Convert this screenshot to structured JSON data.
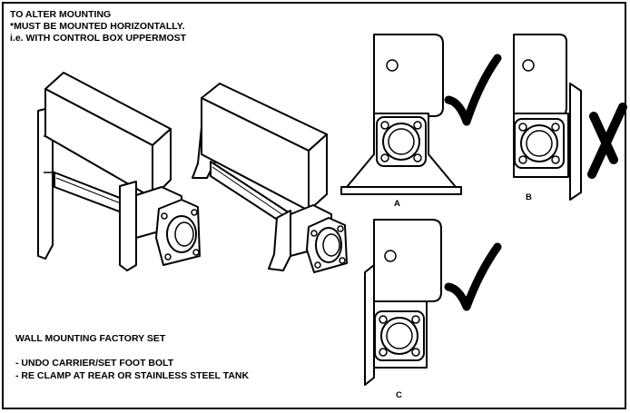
{
  "header": {
    "line1": "TO ALTER MOUNTING",
    "line2": "*MUST BE MOUNTED HORIZONTALLY.",
    "line3": "i.e.  WITH CONTROL BOX UPPERMOST"
  },
  "options": [
    {
      "label": "A",
      "mark": "check-icon"
    },
    {
      "label": "B",
      "mark": "cross-icon"
    },
    {
      "label": "C",
      "mark": "check-icon"
    }
  ],
  "notes": {
    "title": "WALL MOUNTING FACTORY SET",
    "line1": "- UNDO CARRIER/SET FOOT BOLT",
    "line2": "- RE CLAMP AT REAR OR STAINLESS STEEL TANK"
  }
}
